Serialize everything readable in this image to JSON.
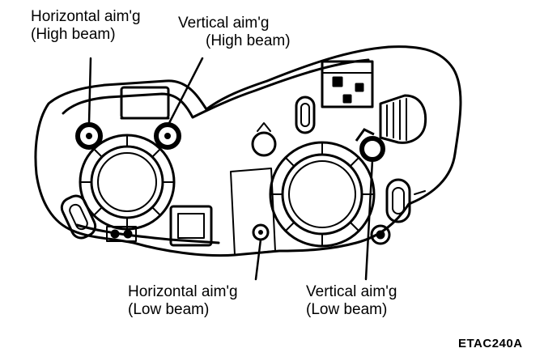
{
  "labels": {
    "high_horizontal": {
      "line1": "Horizontal aim'g",
      "line2": "(High beam)"
    },
    "high_vertical": {
      "line1": "Vertical aim'g",
      "line2": "(High beam)"
    },
    "low_horizontal": {
      "line1": "Horizontal aim'g",
      "line2": "(Low beam)"
    },
    "low_vertical": {
      "line1": "Vertical aim'g",
      "line2": "(Low beam)"
    }
  },
  "figure_code": "ETAC240A",
  "colors": {
    "ink": "#000000",
    "paper": "#ffffff"
  }
}
